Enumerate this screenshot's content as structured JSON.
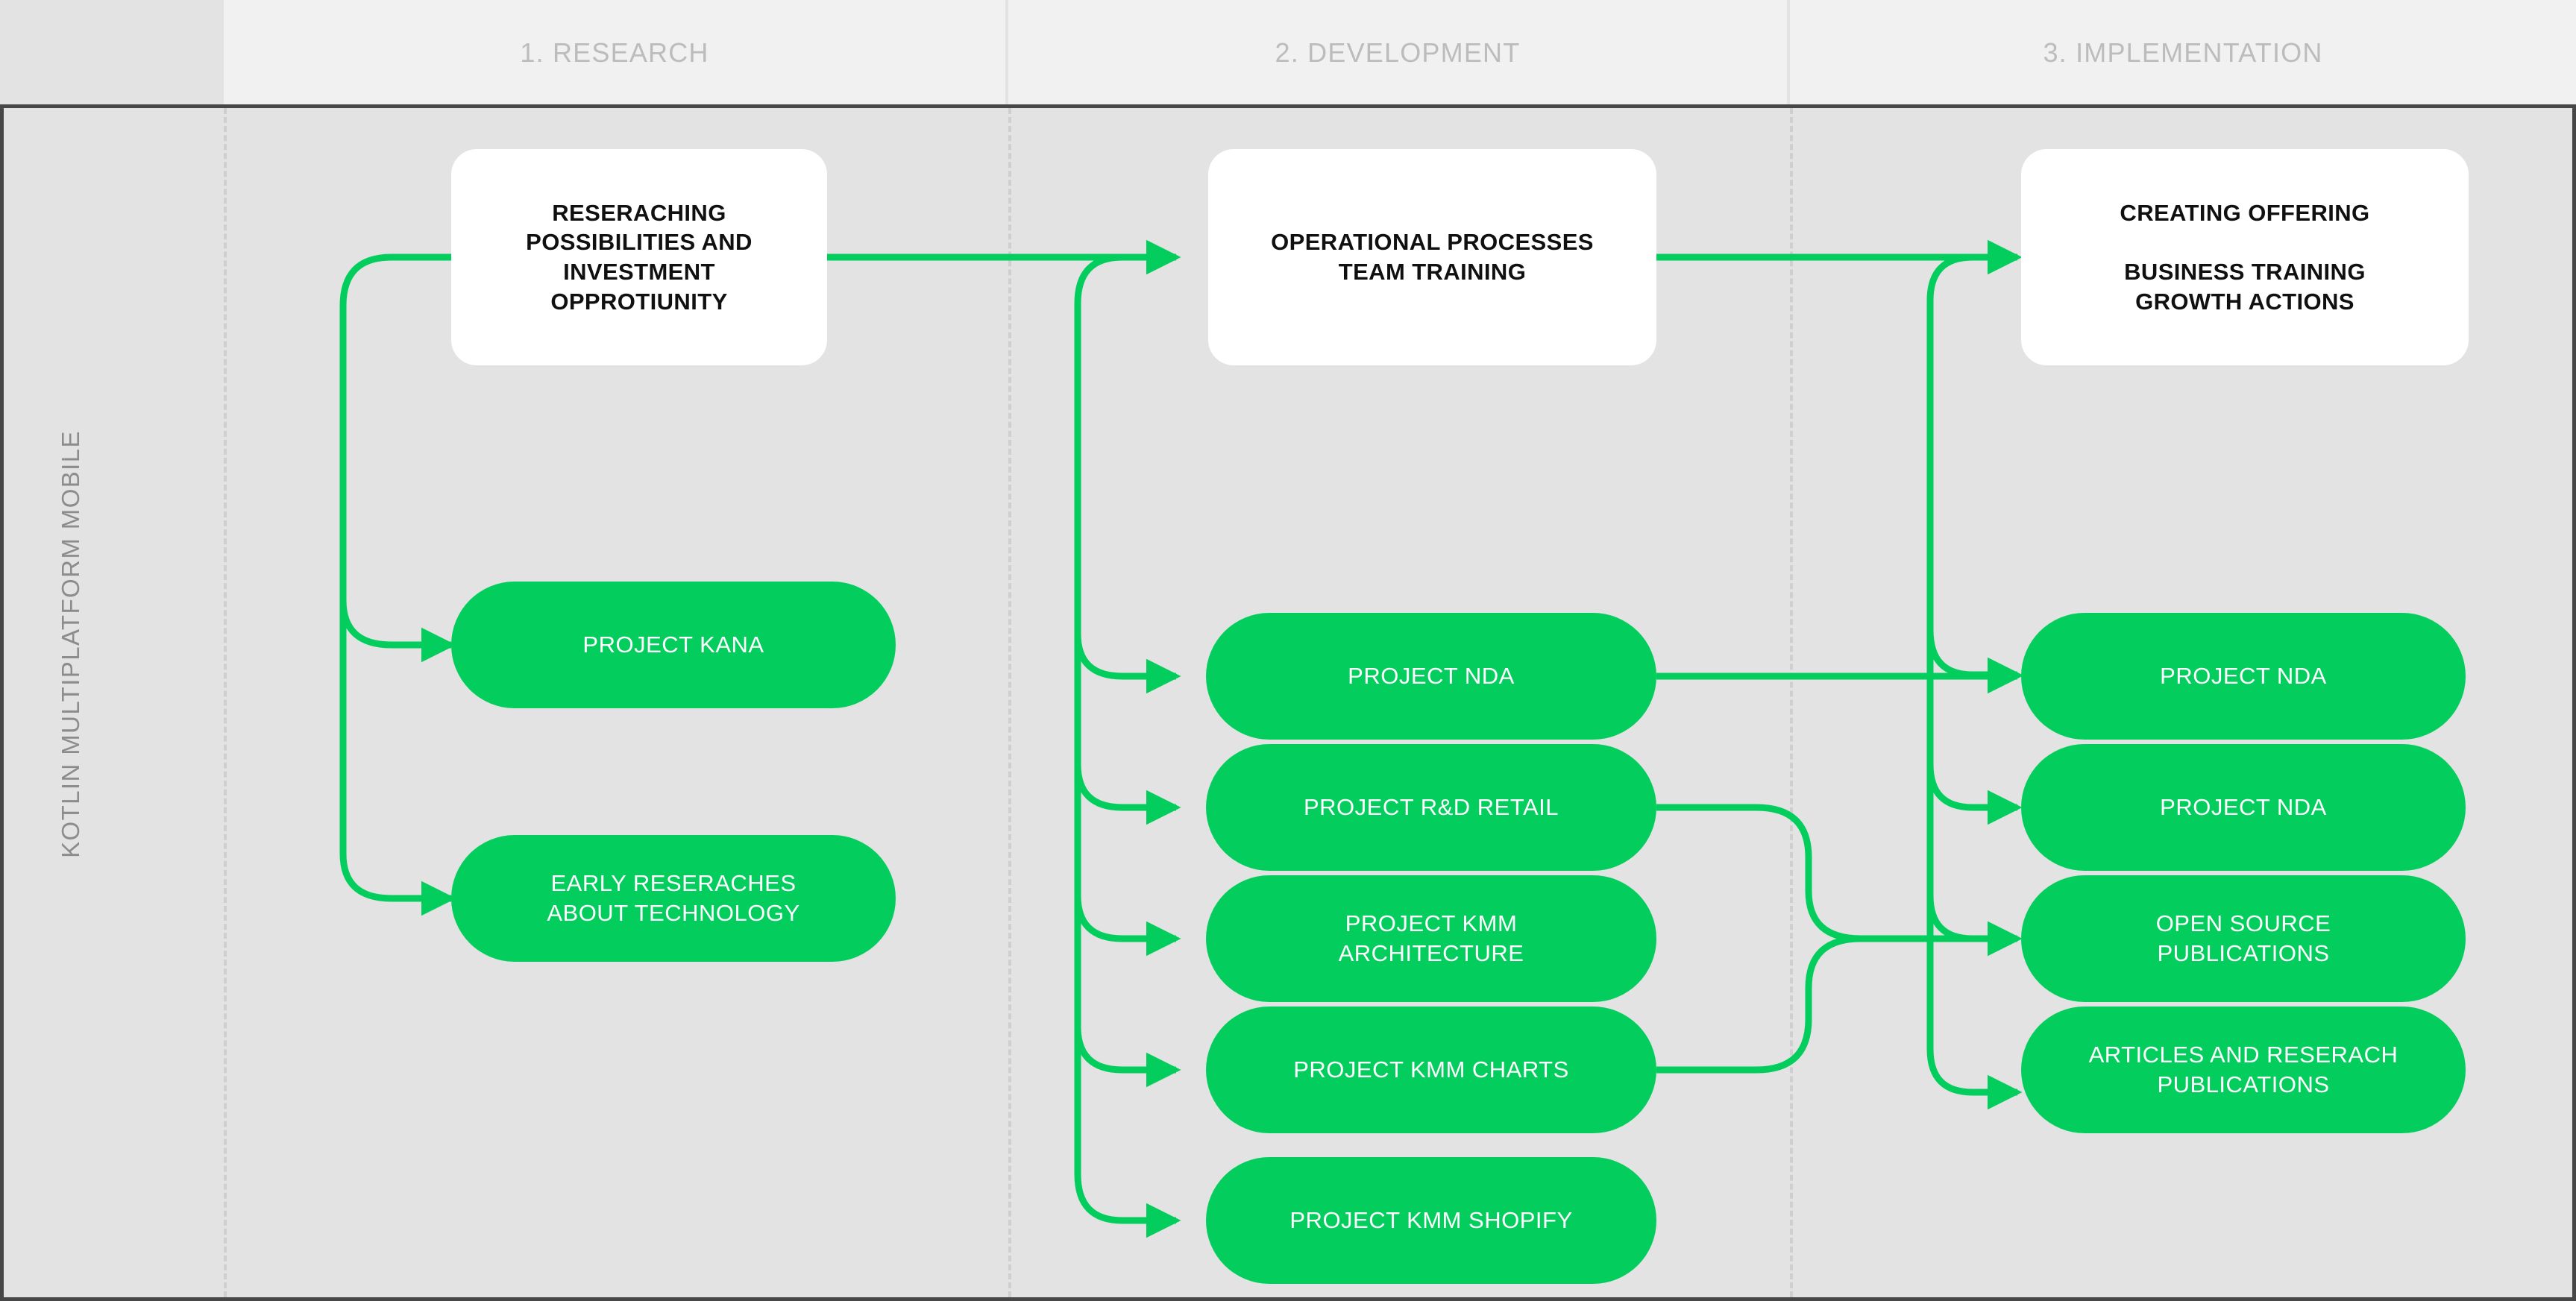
{
  "colors": {
    "green": "#03ce5d",
    "canvas": "#e3e3e3",
    "header_cell": "#f1f1f1",
    "header_text": "#bcbcbc",
    "rule": "#474747",
    "card_bg": "#ffffff",
    "divider": "#cfcfcf"
  },
  "side_label": "KOTLIN MULTIPLATFORM MOBILE",
  "header": {
    "columns": [
      {
        "label": "1. RESEARCH"
      },
      {
        "label": "2. DEVELOPMENT"
      },
      {
        "label": "3. IMPLEMENTATION"
      }
    ]
  },
  "columns": [
    {
      "id": "research",
      "title_card": "RESERACHING\nPOSSIBILITIES AND\nINVESTMENT\nOPPROTIUNITY",
      "items": [
        "PROJECT KANA",
        "EARLY RESERACHES\nABOUT TECHNOLOGY"
      ]
    },
    {
      "id": "development",
      "title_card": "OPERATIONAL PROCESSES\nTEAM TRAINING",
      "items": [
        "PROJECT NDA",
        "PROJECT R&D RETAIL",
        "PROJECT KMM\nARCHITECTURE",
        "PROJECT KMM CHARTS",
        "PROJECT KMM SHOPIFY"
      ]
    },
    {
      "id": "implementation",
      "title_card": "CREATING OFFERING\n\nBUSINESS TRAINING\nGROWTH ACTIONS",
      "items": [
        "PROJECT NDA",
        "PROJECT NDA",
        "OPEN SOURCE\nPUBLICATIONS",
        "ARTICLES AND RESERACH\nPUBLICATIONS"
      ]
    }
  ]
}
